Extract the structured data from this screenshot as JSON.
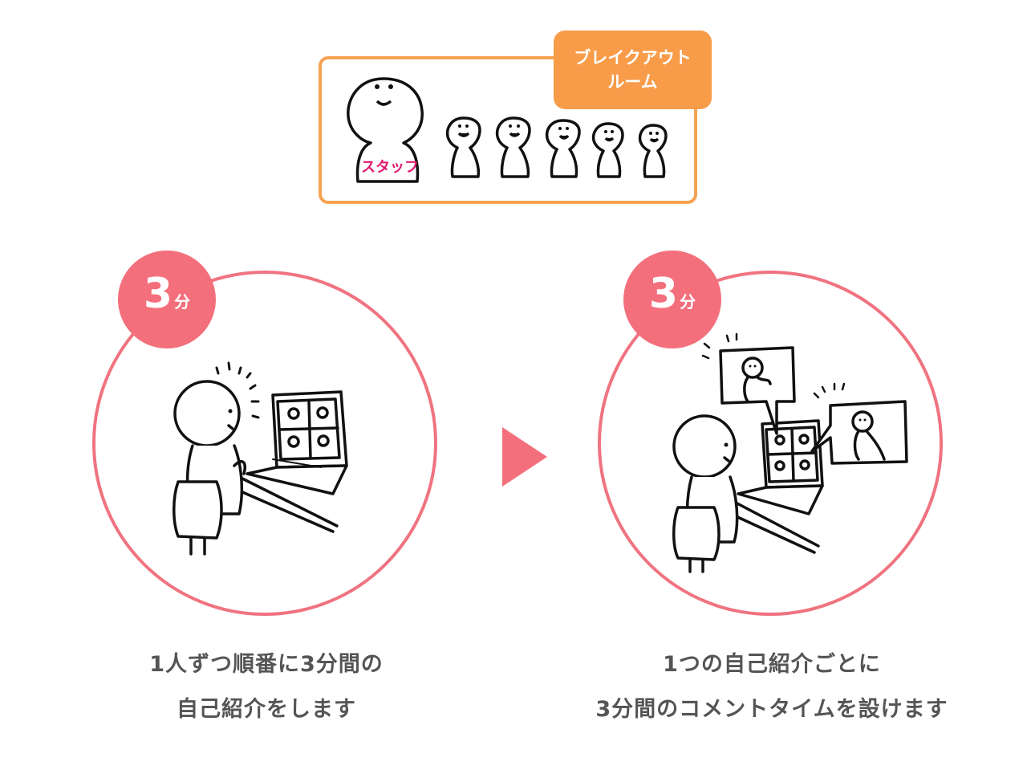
{
  "breakout": {
    "tag_line1": "ブレイクアウト",
    "tag_line2": "ルーム",
    "staff_label": "スタッフ"
  },
  "step1": {
    "badge_number": "3",
    "badge_unit": "分",
    "caption_line1": "1人ずつ順番に3分間の",
    "caption_line2": "自己紹介をします"
  },
  "step2": {
    "badge_number": "3",
    "badge_unit": "分",
    "caption_line1": "1つの自己紹介ごとに",
    "caption_line2": "3分間のコメントタイムを設けます"
  },
  "colors": {
    "accent_pink": "#f36f7c",
    "circle_pink": "#f07380",
    "orange": "#f89c4a",
    "orange_border": "#f5a352",
    "staff_magenta": "#e0186f",
    "text_gray": "#555555"
  }
}
